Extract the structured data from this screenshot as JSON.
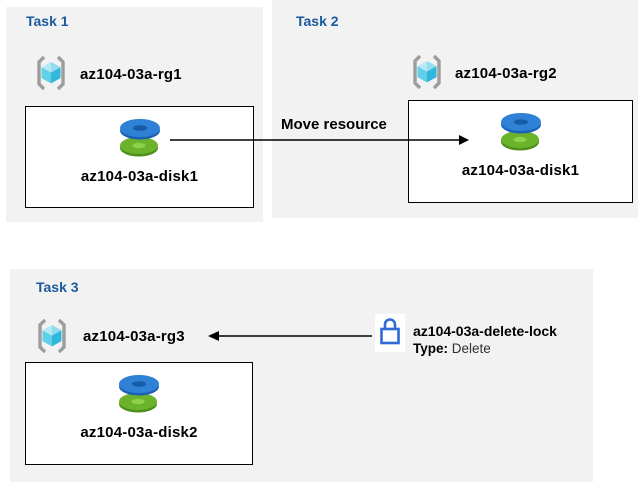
{
  "tasks": {
    "task1": {
      "title": "Task 1",
      "rg_label": "az104-03a-rg1",
      "disk_label": "az104-03a-disk1"
    },
    "task2": {
      "title": "Task 2",
      "rg_label": "az104-03a-rg2",
      "disk_label": "az104-03a-disk1"
    },
    "task3": {
      "title": "Task 3",
      "rg_label": "az104-03a-rg3",
      "disk_label": "az104-03a-disk2"
    }
  },
  "arrows": {
    "move_label": "Move resource",
    "move_direction": "task1-disk1 -> task2-box",
    "lock_direction": "delete-lock -> task3-rg3"
  },
  "lock": {
    "name": "az104-03a-delete-lock",
    "type_label": "Type:",
    "type_value": " Delete"
  },
  "icons": {
    "resource_group": "resource-group-icon (gray brackets around cyan cube)",
    "disk": "disk-icon (blue disk stacked on green disk)",
    "lock": "lock-icon (blue outline padlock)"
  },
  "colors": {
    "panel_bg": "#f2f2f2",
    "task_title": "#1b5a9e",
    "box_border": "#000000",
    "lock_blue": "#2e6bd6",
    "disk_blue_top": "#2f81d6",
    "disk_blue_rim": "#1b61b4",
    "disk_green_top": "#6cb32c",
    "disk_green_rim": "#4e8f1d",
    "cube_light": "#b5e8f5",
    "cube_mid": "#62cfe9",
    "cube_dark": "#2fb7dc",
    "bracket_gray": "#9d9d9d"
  }
}
